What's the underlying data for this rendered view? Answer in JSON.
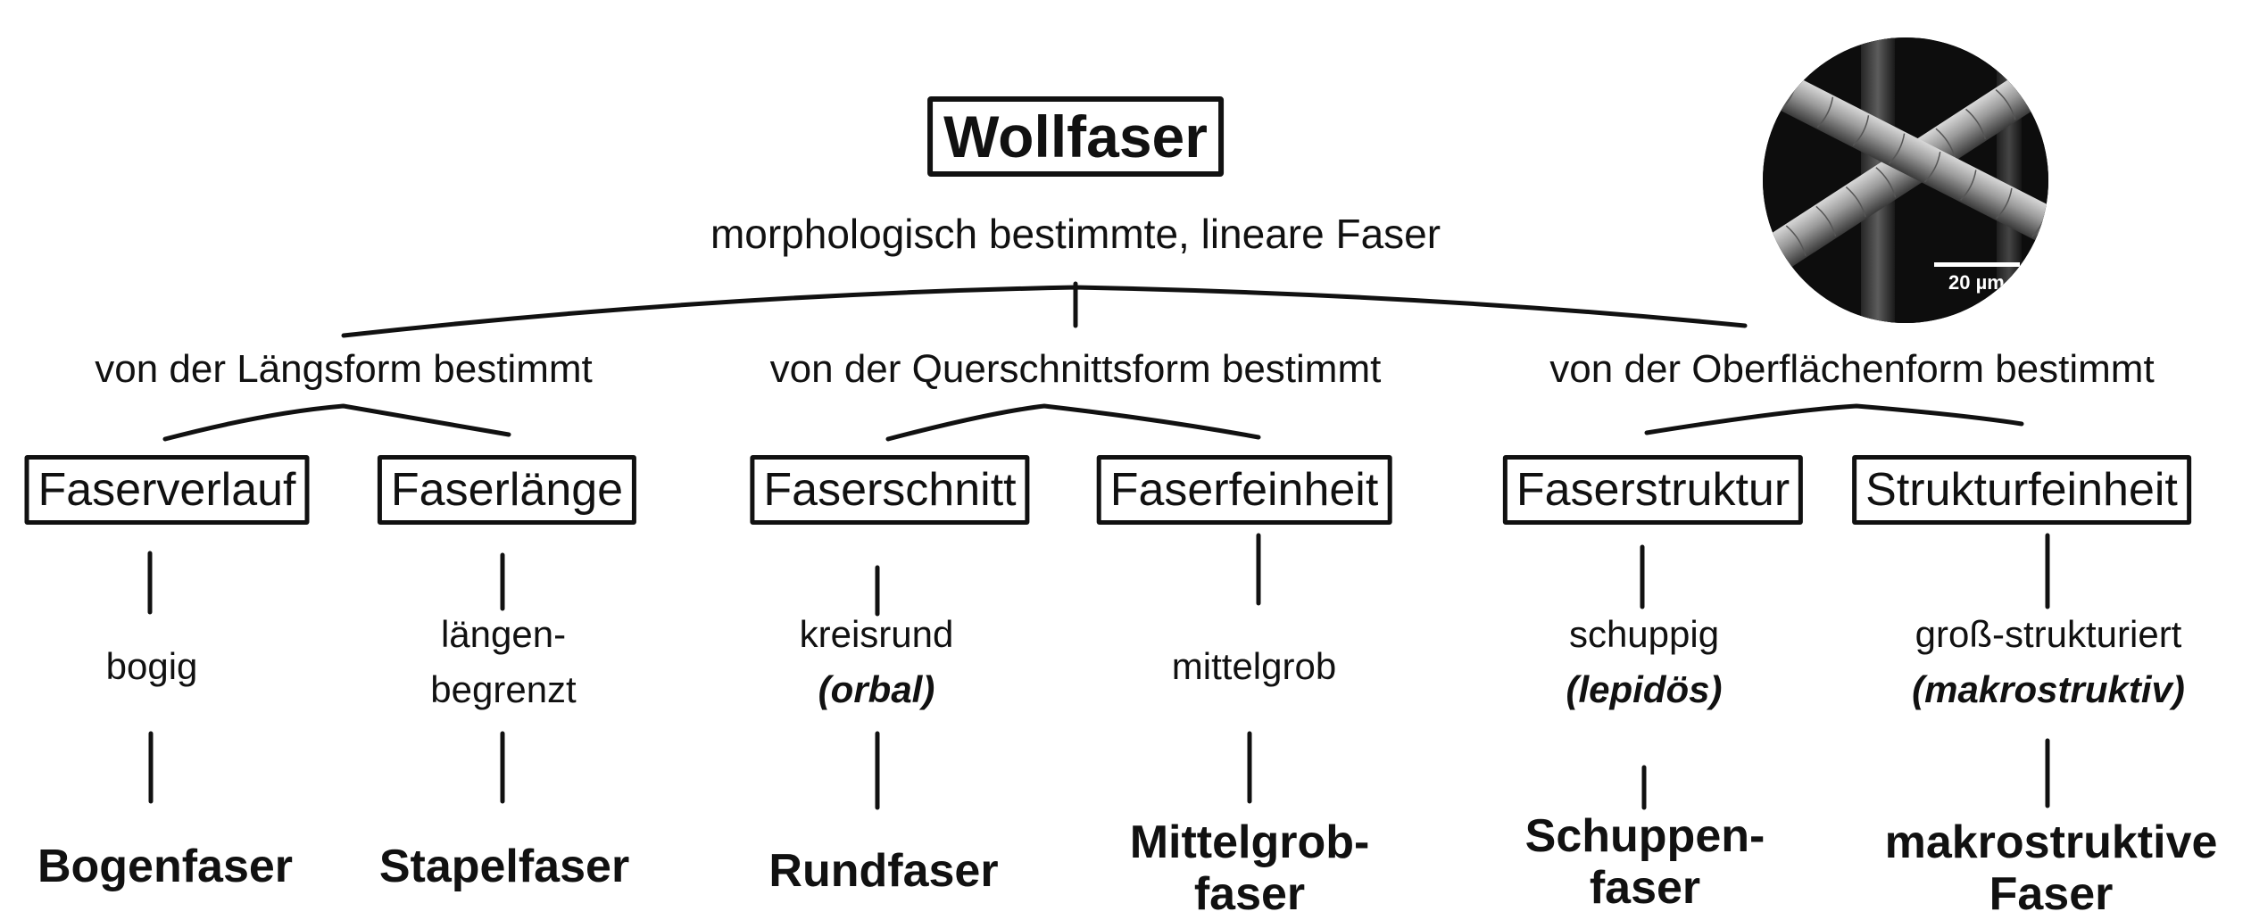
{
  "title": "Wollfaser",
  "subtitle": "morphologisch bestimmte, lineare Faser",
  "photo": {
    "scale_label": "20 µm"
  },
  "branches": [
    {
      "label": "von der Längsform bestimmt",
      "children": [
        {
          "box": "Faserverlauf",
          "desc": [
            "bogig"
          ],
          "latin": "",
          "result": [
            "Bogenfaser"
          ]
        },
        {
          "box": "Faserlänge",
          "desc": [
            "längen-",
            "begrenzt"
          ],
          "latin": "",
          "result": [
            "Stapelfaser"
          ]
        }
      ]
    },
    {
      "label": "von der Querschnittsform bestimmt",
      "children": [
        {
          "box": "Faserschnitt",
          "desc": [
            "kreisrund"
          ],
          "latin": "(orbal)",
          "result": [
            "Rundfaser"
          ]
        },
        {
          "box": "Faserfeinheit",
          "desc": [
            "mittelgrob"
          ],
          "latin": "",
          "result": [
            "Mittelgrob-",
            "faser"
          ]
        }
      ]
    },
    {
      "label": "von der Oberflächenform bestimmt",
      "children": [
        {
          "box": "Faserstruktur",
          "desc": [
            "schuppig"
          ],
          "latin": "(lepidös)",
          "result": [
            "Schuppen-",
            "faser"
          ]
        },
        {
          "box": "Strukturfeinheit",
          "desc": [
            "groß-strukturiert"
          ],
          "latin": "(makrostruktiv)",
          "result": [
            "makrostruktive",
            "Faser"
          ]
        }
      ]
    }
  ]
}
